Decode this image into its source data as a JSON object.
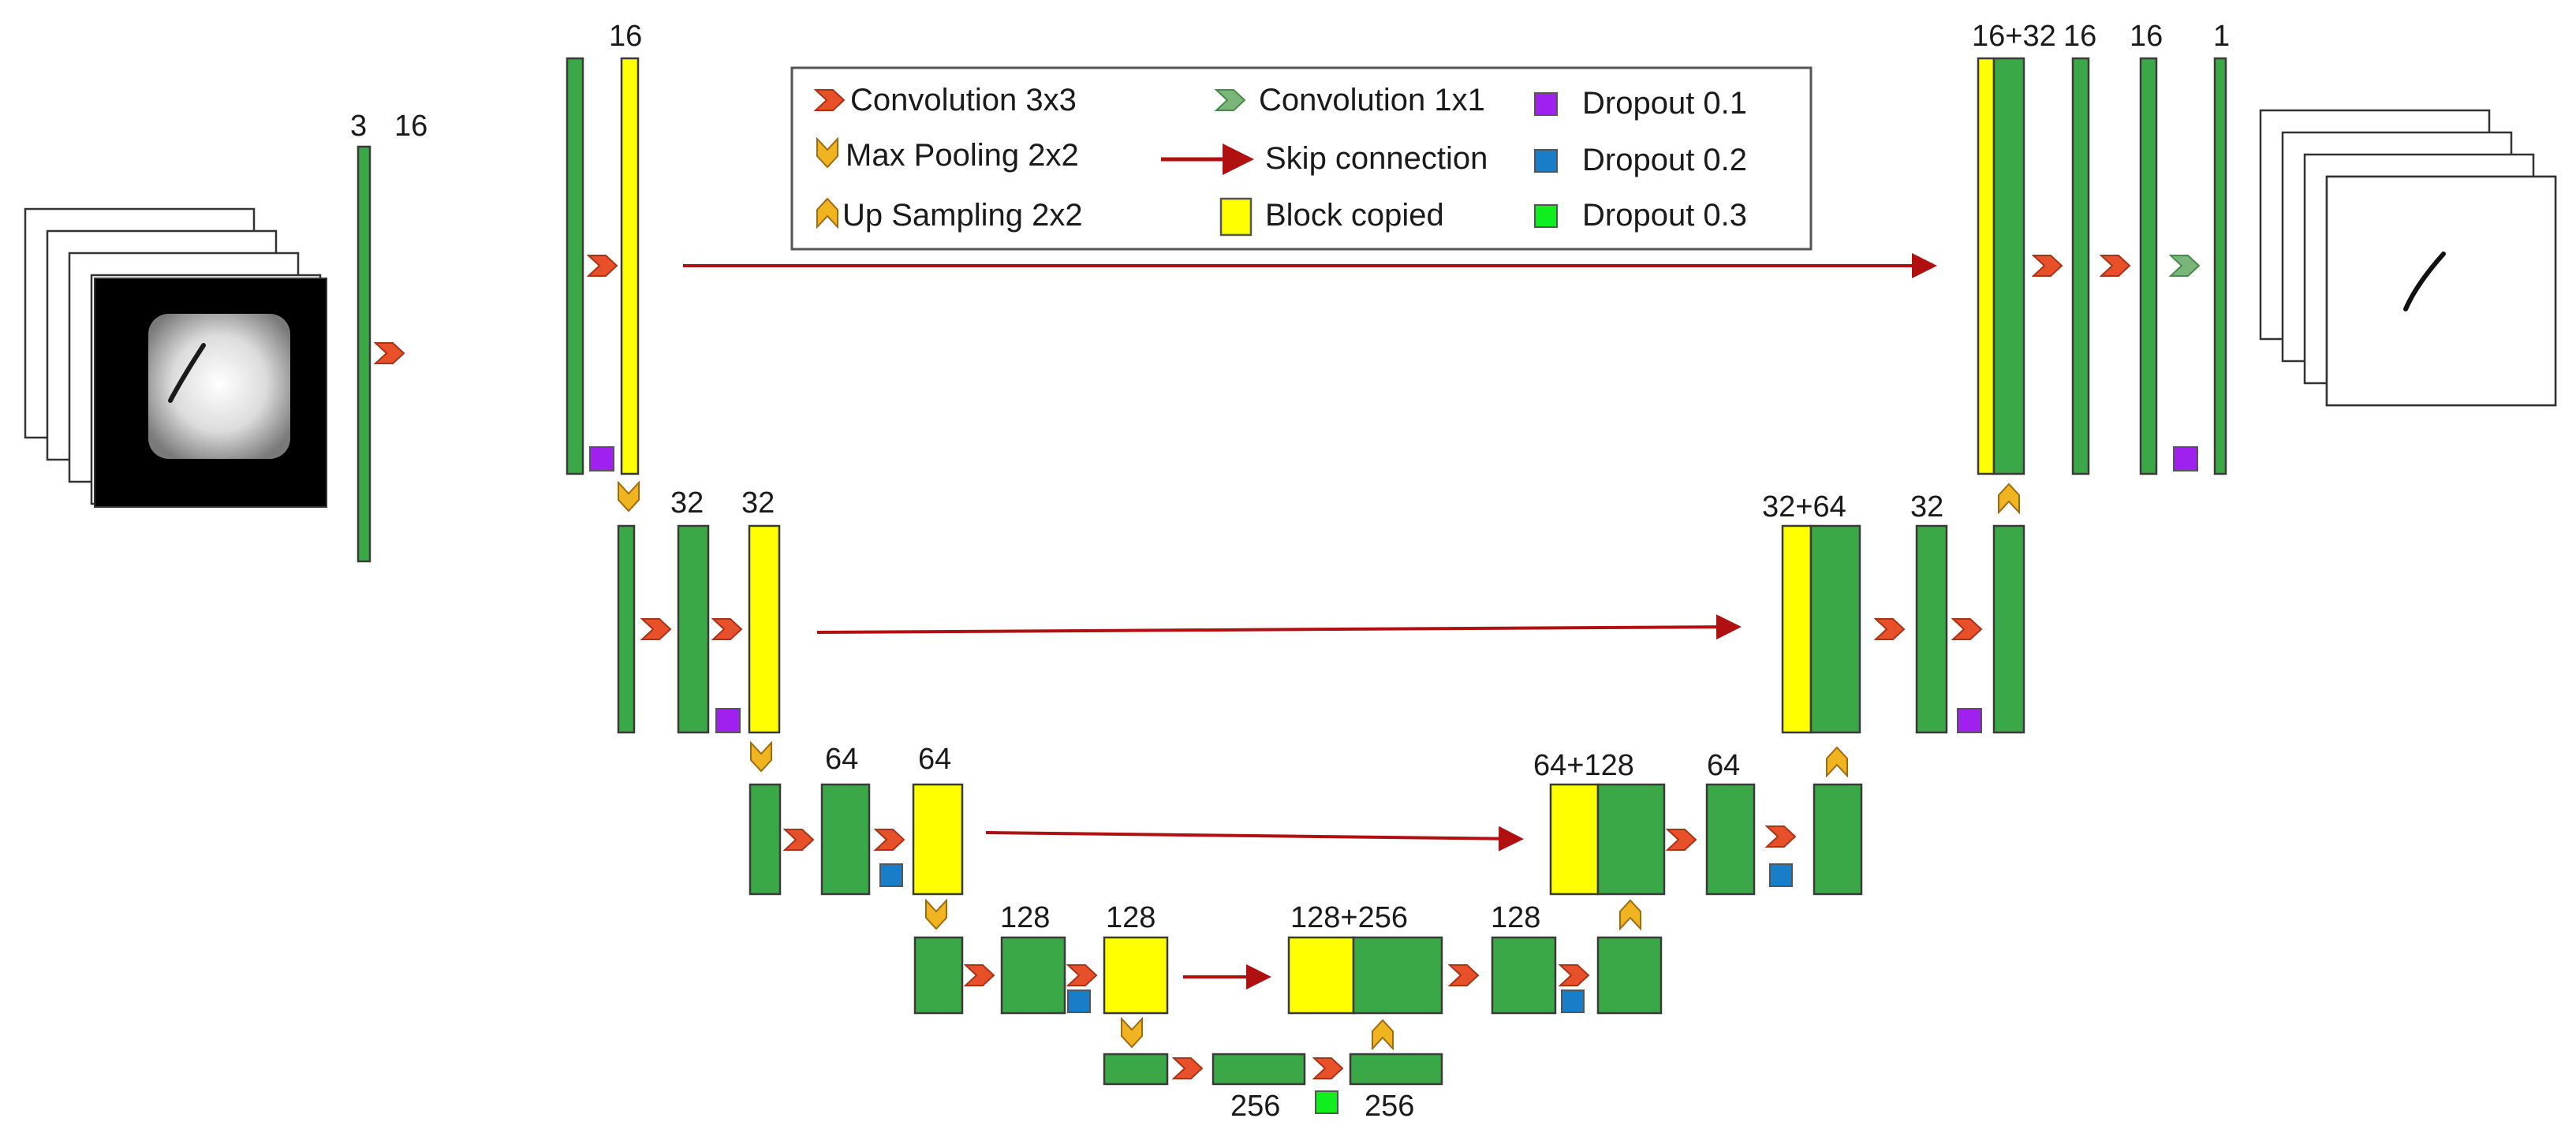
{
  "colors": {
    "conv_block": "#3aa846",
    "copied_block": "#ffff00",
    "conv3x3_arrow": "#e8502a",
    "conv1x1_arrow": "#7ab57a",
    "pool_marker": "#f0b420",
    "skip_arrow": "#b01010",
    "dropout_0_1": "#a020f0",
    "dropout_0_2": "#1a7dc8",
    "dropout_0_3": "#10ee20"
  },
  "legend": {
    "conv3x3": "Convolution 3x3",
    "maxpool": "Max Pooling 2x2",
    "upsample": "Up Sampling 2x2",
    "conv1x1": "Convolution 1x1",
    "skip": "Skip connection",
    "copied": "Block copied",
    "dropout1": "Dropout 0.1",
    "dropout2": "Dropout 0.2",
    "dropout3": "Dropout 0.3"
  },
  "labels": {
    "input_channels": "3",
    "l1_conv1": "16",
    "l1_conv2": "16",
    "l2_conv1": "32",
    "l2_conv2": "32",
    "l3_conv1": "64",
    "l3_conv2": "64",
    "l4_conv1": "128",
    "l4_conv2": "128",
    "bottleneck_conv1": "256",
    "bottleneck_conv2": "256",
    "d4_concat": "128+256",
    "d4_conv": "128",
    "d3_concat": "64+128",
    "d3_conv": "64",
    "d2_concat": "32+64",
    "d2_conv": "32",
    "d1_concat": "16+32",
    "d1_conv1": "16",
    "d1_conv2": "16",
    "output_channels": "1"
  }
}
